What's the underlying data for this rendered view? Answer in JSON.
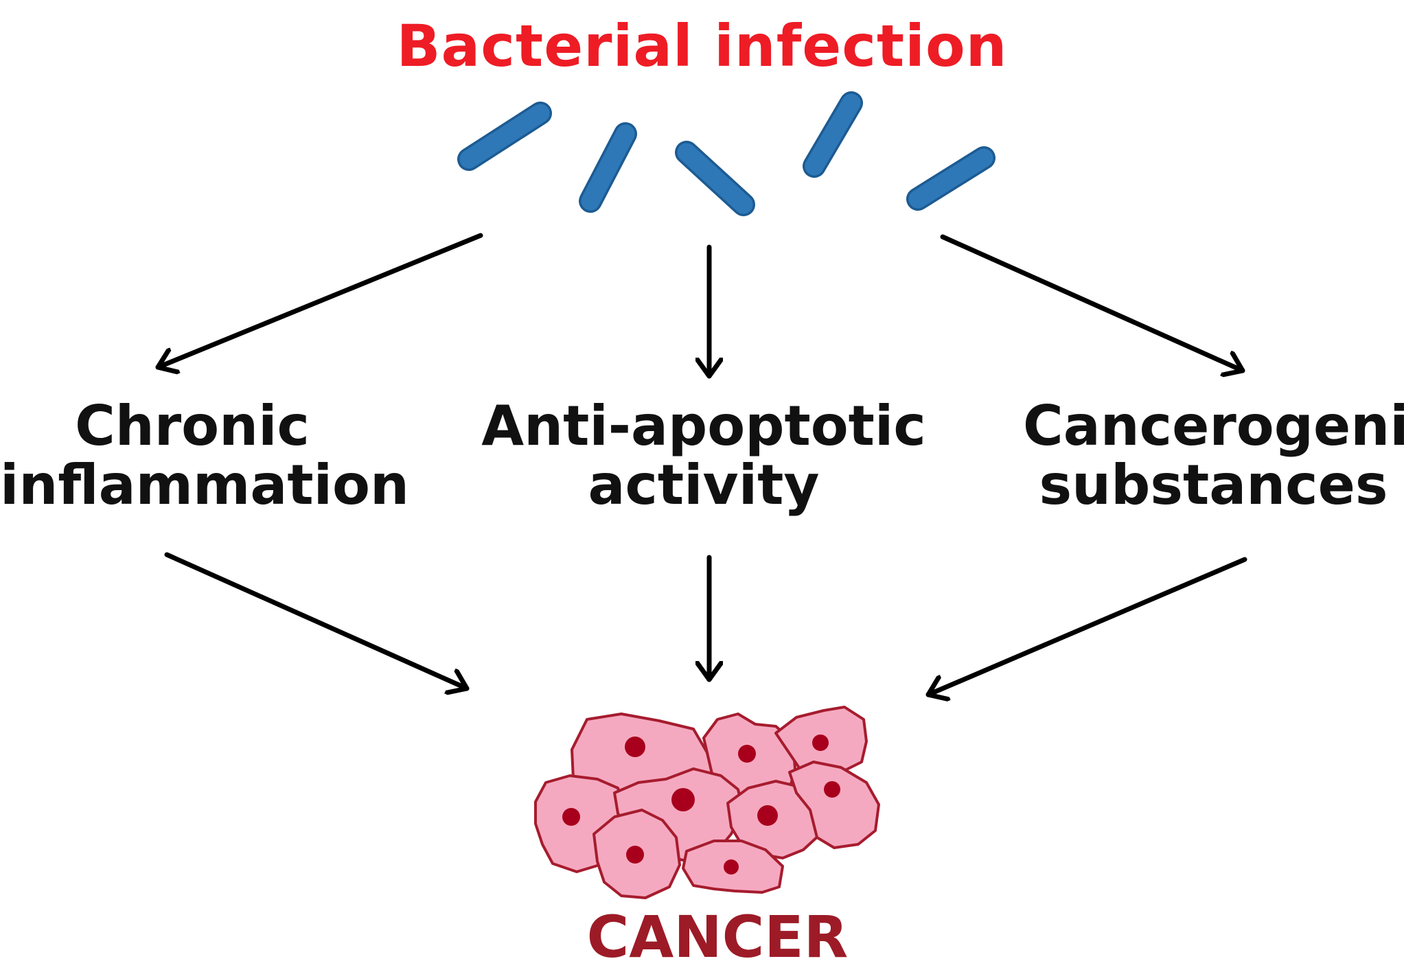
{
  "title": {
    "text": "Bacterial infection",
    "color": "#ee1c25"
  },
  "mechanisms": [
    {
      "line1": "Chronic",
      "line2": "inflammation"
    },
    {
      "line1": "Anti-apoptotic",
      "line2": "activity"
    },
    {
      "line1": "Cancerogenic",
      "line2": "substances"
    }
  ],
  "outcome": {
    "text": "CANCER",
    "color": "#9c1b27"
  },
  "colors": {
    "text": "#111111",
    "arrow": "#000000",
    "bacteria_fill": "#2e78b8",
    "bacteria_stroke": "#1d5b92",
    "cell_fill": "#f5a9c0",
    "cell_stroke": "#a61c2e",
    "nucleus": "#a8001c"
  },
  "icons": {
    "bacteria": "rod-bacterium-icon",
    "tumor": "tumor-cell-cluster-icon"
  }
}
